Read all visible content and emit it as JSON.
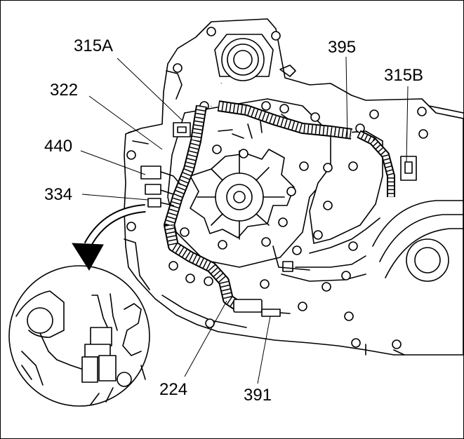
{
  "figure": {
    "callouts": {
      "c315a": "315A",
      "c322": "322",
      "c440": "440",
      "c334": "334",
      "c395": "395",
      "c315b": "315B",
      "c224": "224",
      "c391": "391"
    }
  }
}
